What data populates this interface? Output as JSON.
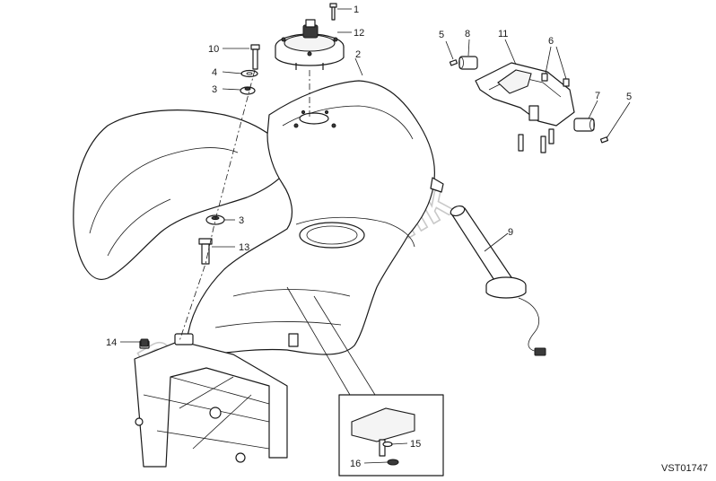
{
  "diagram": {
    "reference_code": "VST01747",
    "watermark": "PartsRepublik",
    "callouts": [
      {
        "id": "c1",
        "label": "1"
      },
      {
        "id": "c12",
        "label": "12"
      },
      {
        "id": "c10",
        "label": "10"
      },
      {
        "id": "c4",
        "label": "4"
      },
      {
        "id": "c3a",
        "label": "3"
      },
      {
        "id": "c2",
        "label": "2"
      },
      {
        "id": "c3b",
        "label": "3"
      },
      {
        "id": "c13",
        "label": "13"
      },
      {
        "id": "c14",
        "label": "14"
      },
      {
        "id": "c5a",
        "label": "5"
      },
      {
        "id": "c8",
        "label": "8"
      },
      {
        "id": "c11",
        "label": "11"
      },
      {
        "id": "c6",
        "label": "6"
      },
      {
        "id": "c7",
        "label": "7"
      },
      {
        "id": "c5b",
        "label": "5"
      },
      {
        "id": "c9",
        "label": "9"
      },
      {
        "id": "c15",
        "label": "15"
      },
      {
        "id": "c16",
        "label": "16"
      }
    ]
  }
}
